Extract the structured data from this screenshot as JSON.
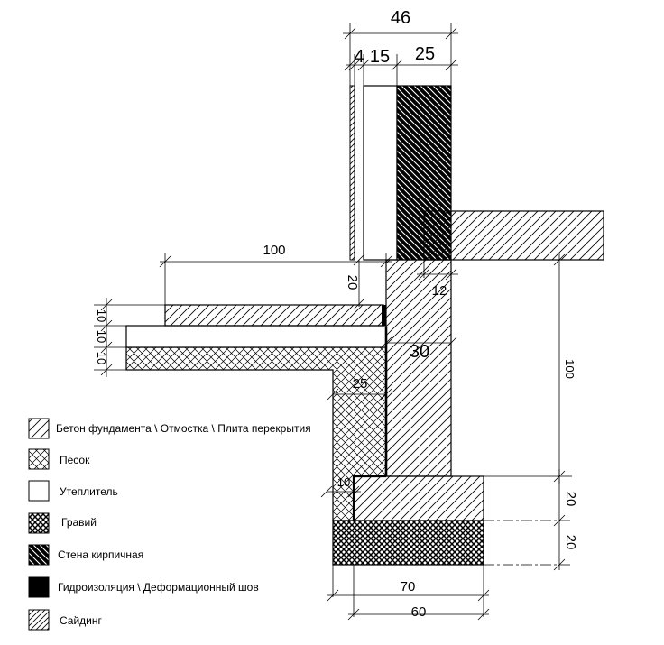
{
  "dimensions": {
    "total_wall": "46",
    "siding": "4",
    "insulation": "15",
    "brick": "25",
    "blind_area_width": "100",
    "offset_20": "20",
    "slab_12": "12",
    "layer_1": "10",
    "layer_2": "10",
    "layer_3": "10",
    "plinth_30": "30",
    "sand_25": "25",
    "height_100": "100",
    "step_10": "10",
    "footing_20": "20",
    "gravel_20": "20",
    "width_70": "70",
    "width_60": "60"
  },
  "legend": [
    {
      "label": "Бетон фундамента \\ Отмостка \\ Плита перекрытия",
      "material": "concrete"
    },
    {
      "label": "Песок",
      "material": "sand"
    },
    {
      "label": "Утеплитель",
      "material": "insulation"
    },
    {
      "label": "Гравий",
      "material": "gravel"
    },
    {
      "label": "Стена кирпичная",
      "material": "brick"
    },
    {
      "label": "Гидроизоляция \\ Деформационный шов",
      "material": "waterproofing"
    },
    {
      "label": "Сайдинг",
      "material": "siding"
    }
  ]
}
